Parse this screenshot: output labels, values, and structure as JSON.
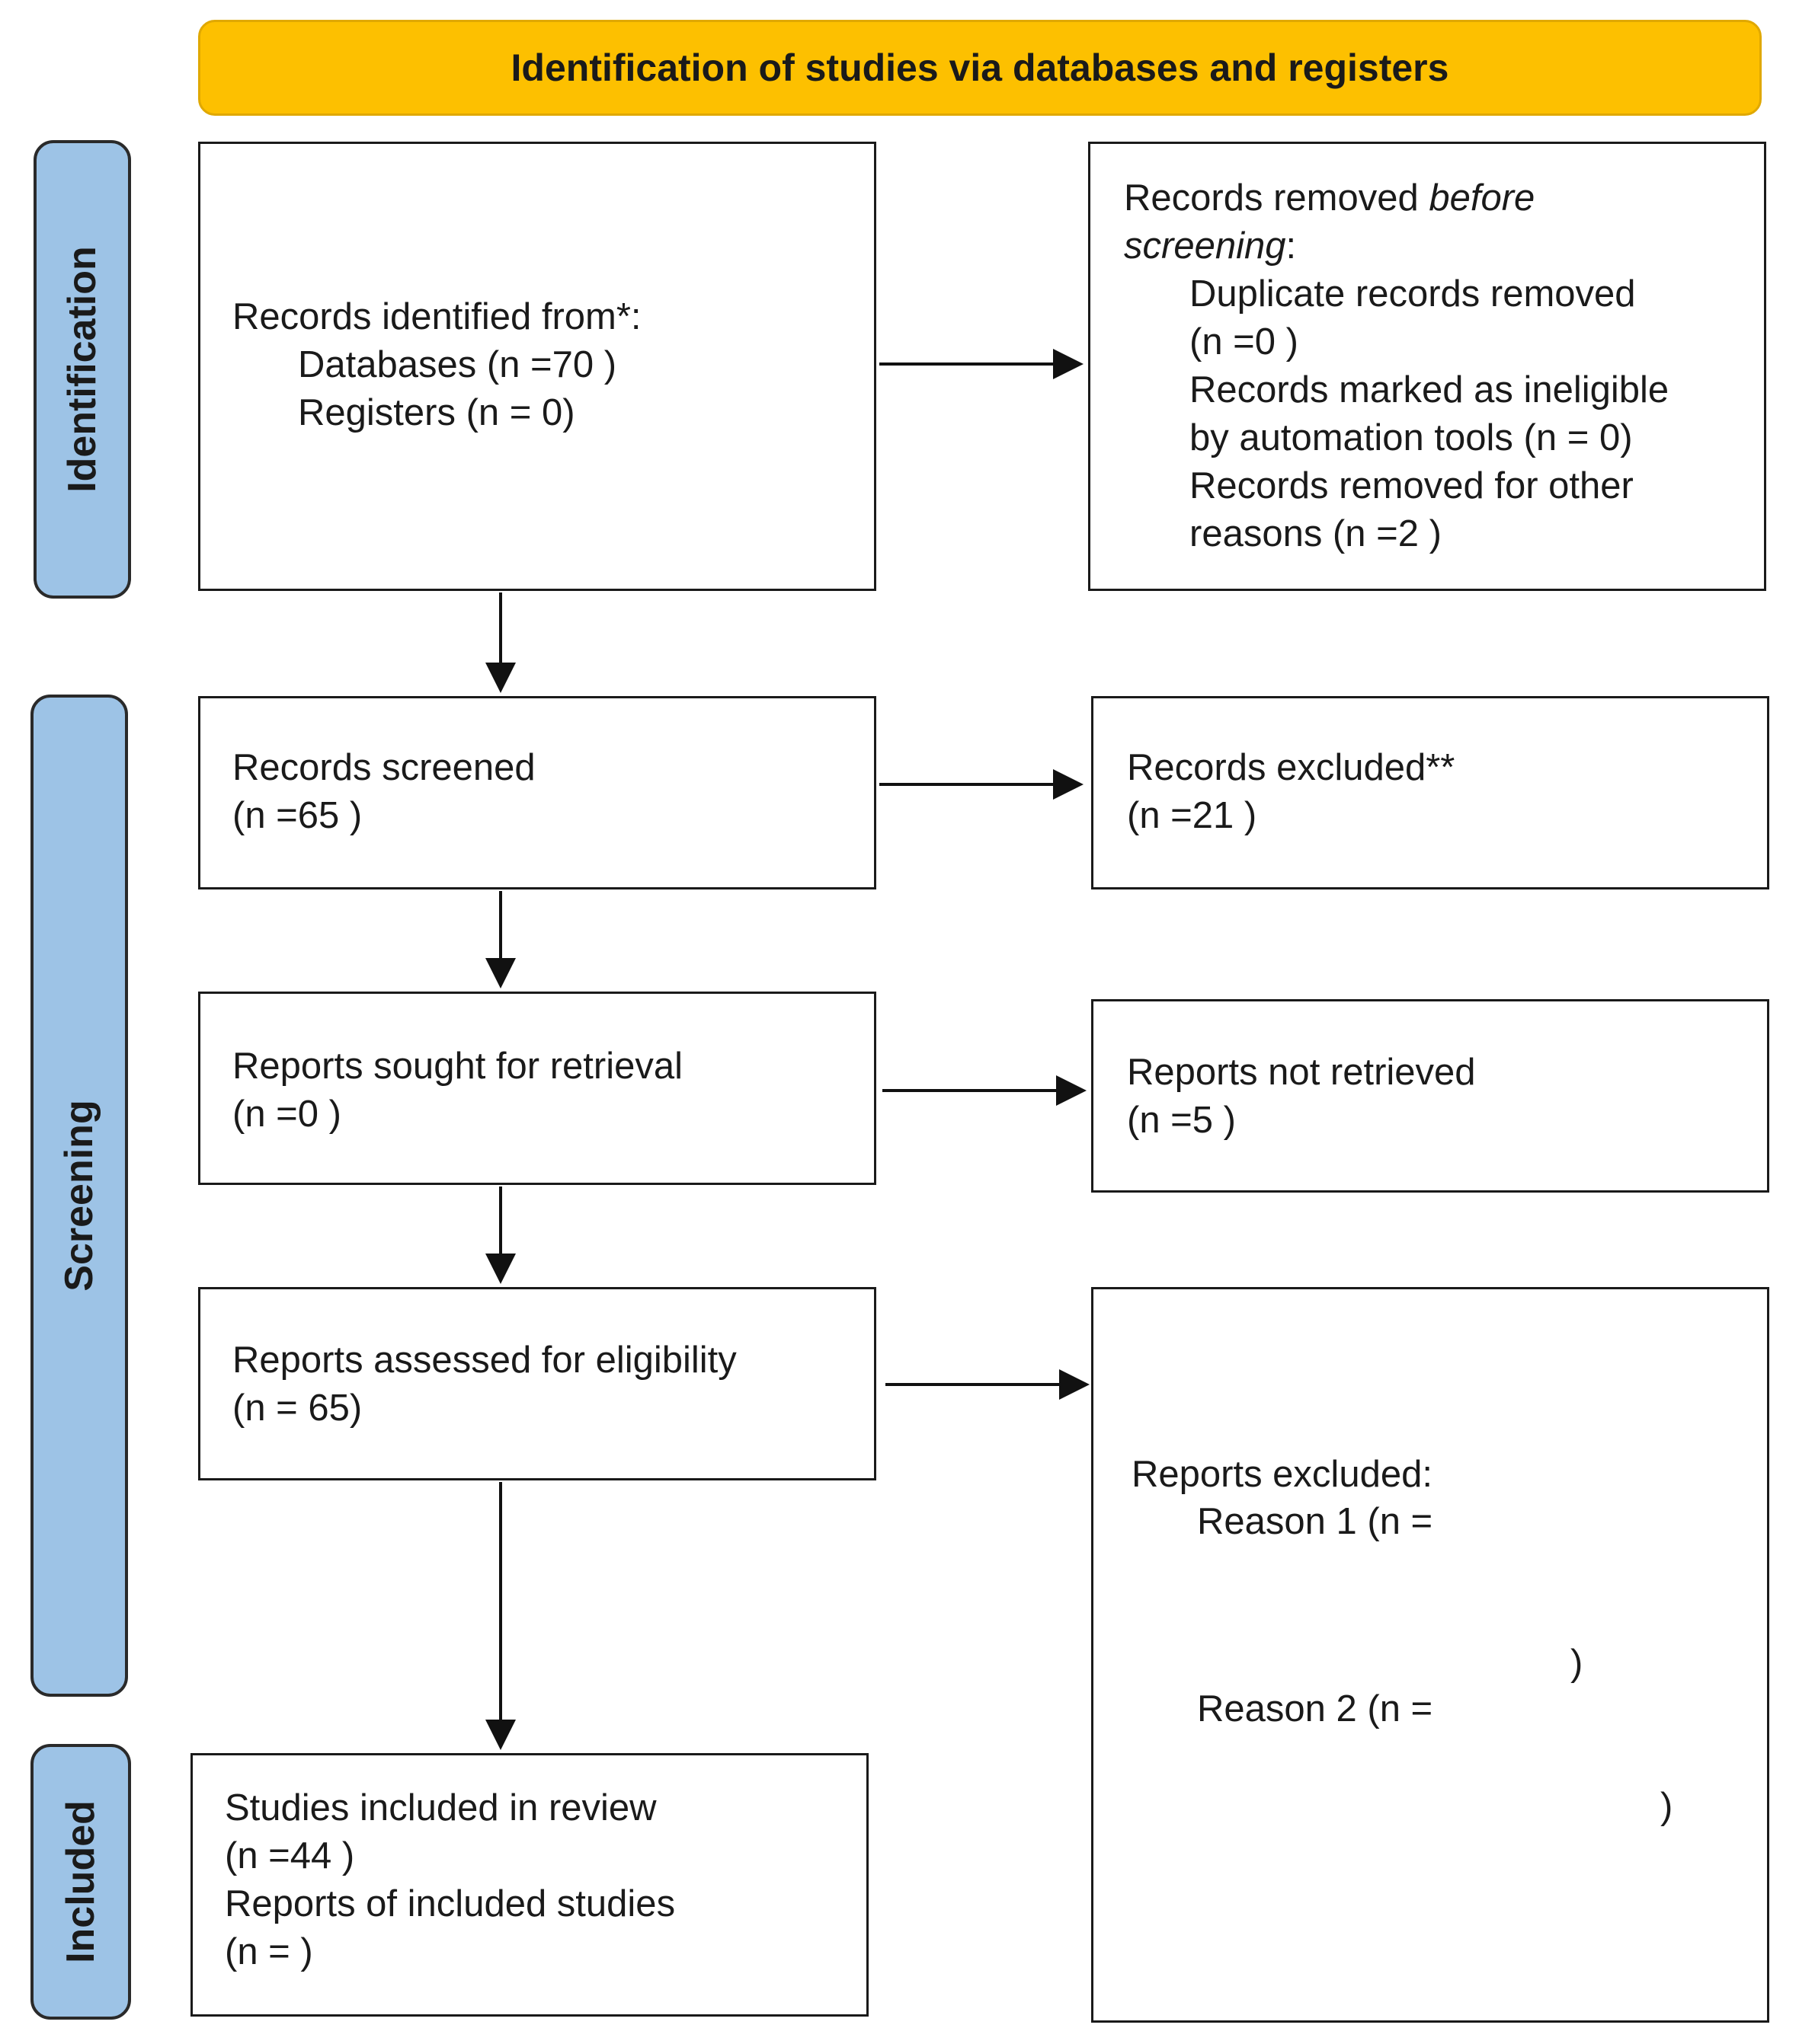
{
  "header": {
    "title": "Identification of studies via databases and registers"
  },
  "phases": {
    "identification": "Identification",
    "screening": "Screening",
    "included": "Included"
  },
  "identified": {
    "heading": "Records identified from*:",
    "databases": "Databases (n =70 )",
    "registers": "Registers (n = 0)"
  },
  "removed_before": {
    "heading_a": "Records removed ",
    "heading_em": "before",
    "heading_b": "screening",
    "heading_c": ":",
    "dup_1": "Duplicate records removed",
    "dup_2": "(n =0 )",
    "inel_1": "Records marked as ineligible",
    "inel_2": "by automation tools (n = 0)",
    "other_1": "Records removed for other",
    "other_2": "reasons (n =2 )"
  },
  "screened": {
    "label": "Records screened",
    "n": "(n =65 )"
  },
  "excluded": {
    "label": "Records excluded**",
    "n": "(n =21 )"
  },
  "sought": {
    "label": "Reports sought for retrieval",
    "n": "(n =0 )"
  },
  "not_retrieved": {
    "label": "Reports not retrieved",
    "n": "(n =5 )"
  },
  "assessed": {
    "label": "Reports assessed for eligibility",
    "n": "(n = 65)"
  },
  "reports_excluded": {
    "heading": "Reports excluded:",
    "reason1": "Reason 1 (n =",
    "reason1_close": ")",
    "reason2": "Reason 2 (n =",
    "reason2_close": ")"
  },
  "included": {
    "studies": "Studies included in review",
    "studies_n": "(n =44 )",
    "reports": "Reports of included studies",
    "reports_n": "(n = )"
  }
}
